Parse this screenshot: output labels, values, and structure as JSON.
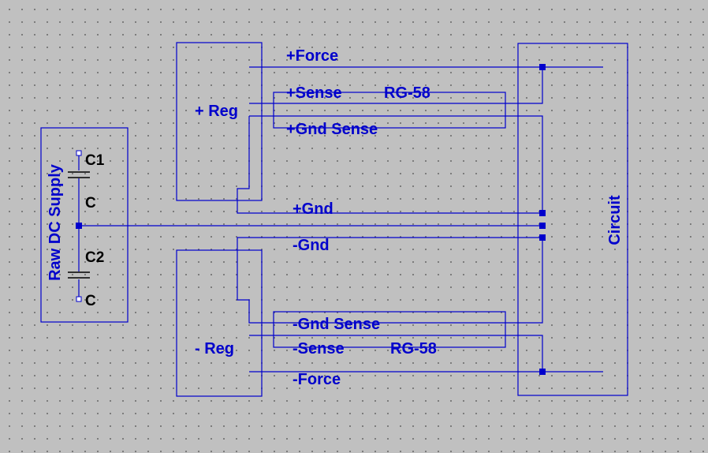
{
  "blocks": {
    "raw_dc_supply": "Raw DC Supply",
    "plus_reg": "+ Reg",
    "minus_reg": "- Reg",
    "circuit": "Circuit"
  },
  "capacitors": {
    "c1_ref": "C1",
    "c1_value": "C",
    "c2_ref": "C2",
    "c2_value": "C"
  },
  "nets": {
    "plus_force": "+Force",
    "plus_sense": "+Sense",
    "plus_cable": "RG-58",
    "plus_gnd_sense": "+Gnd Sense",
    "plus_gnd": "+Gnd",
    "minus_gnd": "-Gnd",
    "minus_gnd_sense": "-Gnd Sense",
    "minus_sense": "-Sense",
    "minus_cable": "RG-58",
    "minus_force": "-Force"
  },
  "colors": {
    "wire": "#0000cc",
    "background": "#c0c0c0",
    "component": "#000000"
  }
}
